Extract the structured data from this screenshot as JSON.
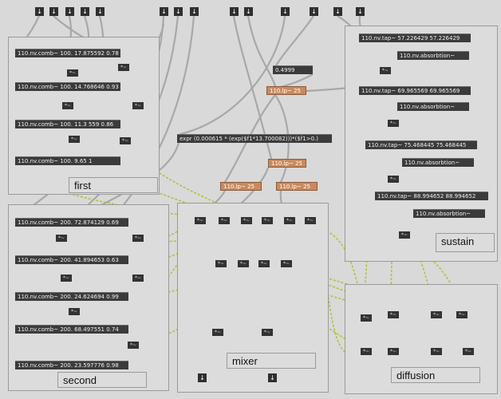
{
  "inlets": [
    "↓",
    "↓",
    "↓",
    "↓",
    "↓",
    "↓",
    "↓",
    "↓",
    "↓",
    "↓",
    "↓",
    "↓",
    "↓"
  ],
  "outlets": [
    "↓",
    "↓"
  ],
  "panels": {
    "first": "first",
    "second": "second",
    "mixer": "mixer",
    "sustain": "sustain",
    "diffusion": "diffusion"
  },
  "first_objs": [
    "110.nv.comb~ 100. 17.875592 0.78",
    "110.nv.comb~ 100. 14.768646 0.93",
    "110.nv.comb~ 100. 11.3 559 0.86",
    "110.nv.comb~ 100. 9.65 1"
  ],
  "second_objs": [
    "110.nv.comb~ 200. 72.874129 0.69",
    "110.nv.comb~ 200. 41.894653 0.63",
    "110.nv.comb~ 200. 24.624694 0.99",
    "110.nv.comb~ 200. 68.497551 0.74",
    "110.nv.comb~ 200. 23.597776 0.98"
  ],
  "sustain_objs": [
    "110.nv.tap~ 57.226429 57.226429",
    "110.nv.absorbtion~",
    "110.nv.tap~ 69.965569 69.965569",
    "110.nv.absorbtion~",
    "110.nv.tap~ 75.468445 75.468445",
    "110.nv.absorbtion~",
    "110.nv.tap~ 88.994652 88.994652",
    "110.nv.absorbtion~"
  ],
  "exp_obj": "expr (0.000615 * (exp($f1*13.700082)))*($f1>0.)",
  "float_obj": "0.4999",
  "lp_objs": [
    "110.lp~ 25",
    "110.lp~ 25",
    "110.lp~ 25",
    "110.lp~ 25"
  ],
  "op": "*~",
  "colors": {
    "wire_gray": "#a8a8a8",
    "wire_signal": "#a8c832",
    "object_bg": "#3b3b3b",
    "lp_bg": "#c98a5e"
  }
}
